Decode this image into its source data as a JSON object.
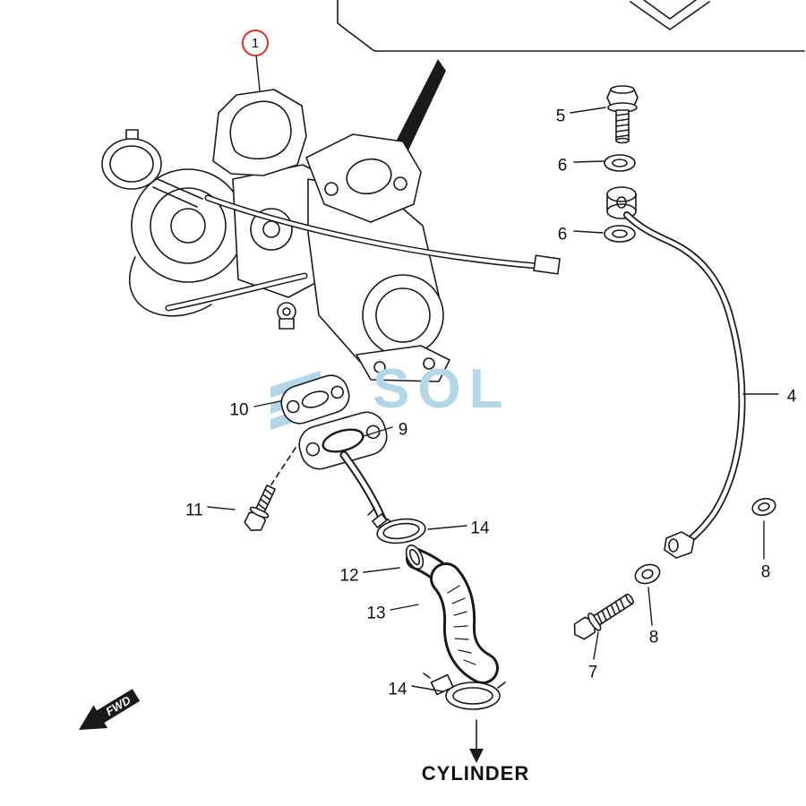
{
  "diagram": {
    "watermark": "SOL",
    "cylinder_label": "CYLINDER",
    "fwd_label": "FWD",
    "callouts": {
      "c1": "1",
      "c4": "4",
      "c5": "5",
      "c6a": "6",
      "c6b": "6",
      "c7": "7",
      "c8a": "8",
      "c8b": "8",
      "c9": "9",
      "c10": "10",
      "c11": "11",
      "c12": "12",
      "c13": "13",
      "c14a": "14",
      "c14b": "14"
    },
    "colors": {
      "line": "#1a1a1a",
      "callout_highlight": "#d93025",
      "watermark": "#b3d7e6"
    }
  }
}
